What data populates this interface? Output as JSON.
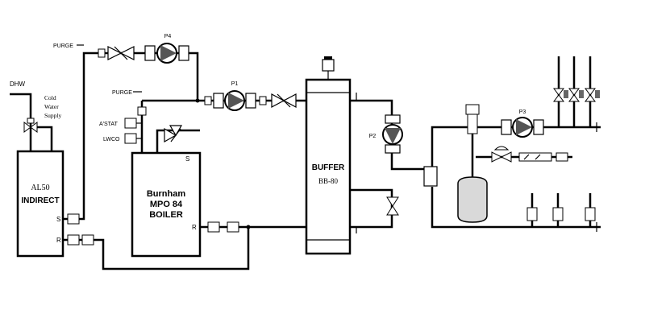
{
  "labels": {
    "dhw": "DHW",
    "cold_water_supply": [
      "Cold",
      "Water",
      "Supply"
    ],
    "purge_top": "PURGE",
    "purge_mid": "PURGE",
    "astat": "A'STAT",
    "lwco": "LWCO",
    "s_indirect": "S",
    "r_indirect": "R",
    "s_boiler": "S",
    "r_boiler": "R",
    "pump_p4": "P4",
    "pump_p1": "P1",
    "pump_p2": "P2",
    "pump_p3": "P3"
  },
  "indirect": {
    "model": "AL50",
    "name": "INDIRECT"
  },
  "boiler": {
    "line1": "Burnham",
    "line2": "MPO 84",
    "line3": "BOILER"
  },
  "buffer": {
    "name": "BUFFER",
    "model": "BB-80"
  },
  "colors": {
    "line": "#000000",
    "tank_fill": "#d9d9d9",
    "pump_fill": "#555555"
  }
}
